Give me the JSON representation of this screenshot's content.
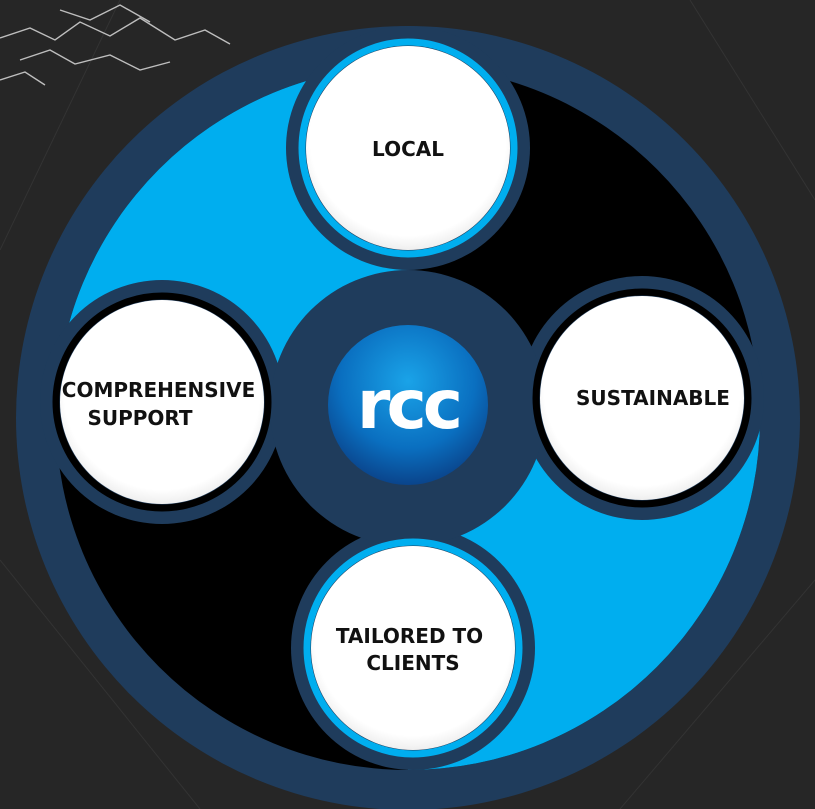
{
  "logo": {
    "text": "rcc"
  },
  "nodes": {
    "top": {
      "lines": [
        "LOCAL"
      ]
    },
    "right": {
      "lines": [
        "SUSTAINABLE"
      ]
    },
    "bottom": {
      "lines": [
        "TAILORED TO",
        "CLIENTS"
      ]
    },
    "left": {
      "lines": [
        "COMPREHENSIVE",
        "SUPPORT"
      ]
    }
  },
  "colors": {
    "background": "#262626",
    "outer_ring": "#1f3c5c",
    "accent_blue": "#00aeef",
    "dark_fill": "#000000",
    "node_fill": "#ffffff",
    "logo_top": "#0d8ed3",
    "logo_bottom": "#0b3f86"
  }
}
